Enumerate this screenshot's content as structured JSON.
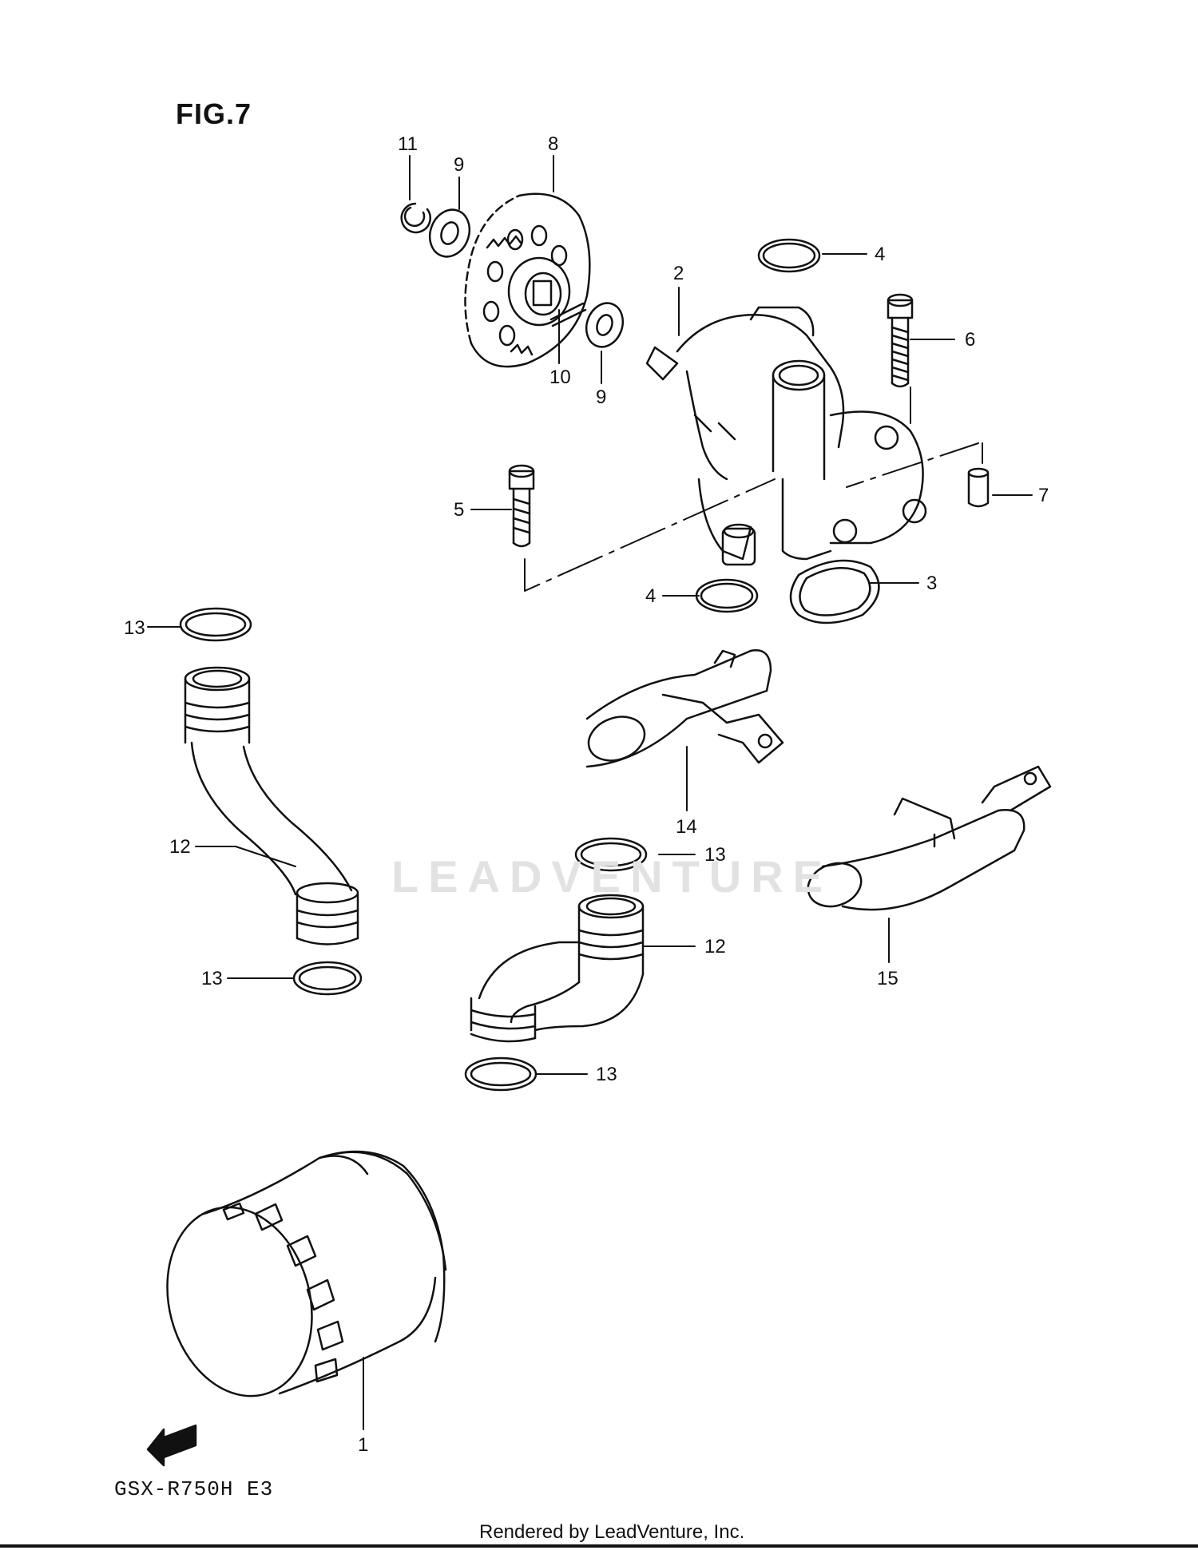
{
  "figure": {
    "title": "FIG.7",
    "model": "GSX-R750H  E3",
    "footer": "Rendered by LeadVenture, Inc.",
    "watermark": "LEADVENTURE",
    "fwd_label": "FWD"
  },
  "callouts": [
    "11",
    "9",
    "8",
    "4",
    "2",
    "6",
    "10",
    "9",
    "5",
    "7",
    "4",
    "3",
    "13",
    "14",
    "12",
    "13",
    "13",
    "12",
    "15",
    "13",
    "1"
  ]
}
